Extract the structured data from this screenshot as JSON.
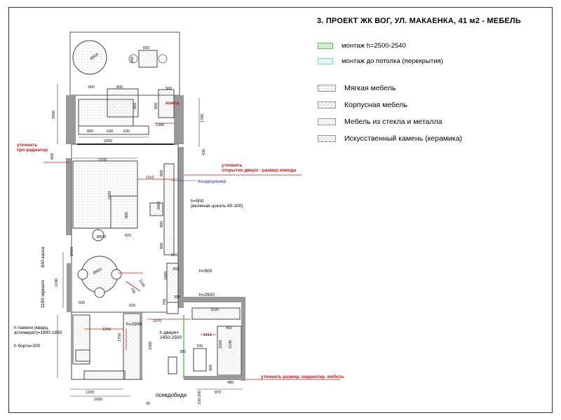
{
  "title": "3. ПРОЕКТ ЖК ВОГ, УЛ. МАКАЕНКА, 41 м2 - МЕБЕЛЬ",
  "legend": {
    "install": [
      {
        "label": "монтаж h=2500-2540",
        "color": "#5cc65c"
      },
      {
        "label": "монтаж до потолка (перекрытия)",
        "color": "#7fd9d2"
      }
    ],
    "materials": [
      {
        "label": "Мягкая мебель"
      },
      {
        "label": "Корпусная мебель"
      },
      {
        "label": "Мебель из стекла и металла"
      },
      {
        "label": "Искусственный камень (керамика)"
      }
    ]
  },
  "notes": {
    "komod": "комод",
    "radiator_1": "уточнить",
    "radiator_2": "про радиатор",
    "door_1": "уточнить",
    "door_2": "открытие двери - размер комода",
    "conditioner": "Кондиционер",
    "h500_1": "h=500",
    "h500_2": "(включая цоколь 80-100)",
    "h900": "h=900",
    "h2900a": "h=2900",
    "h2900b": "h=2900",
    "panels_1": "h панели (кварц,",
    "panels_2": "агломерат)=1800-1850",
    "bort": "h борта=200",
    "doors_h_1": "h двери=",
    "doors_h_2": "2450-2500",
    "kaska": "840 каска",
    "zerkalo": "1100 зеркало",
    "bottom_note": "уточнить размер, корректир. мебель",
    "psevdobide": "псевдобиде"
  },
  "dims": {
    "d600a": "600",
    "d600b": "600",
    "d800a": "800",
    "d800b": "800",
    "d500": "500",
    "d600c": "600",
    "d800c": "800",
    "d630": "630",
    "d2060a": "2060",
    "d2060b": "2060",
    "d1380": "1380",
    "d1780": "1780",
    "d430": "430",
    "d650": "650",
    "d2200": "2200",
    "d1110": "1110",
    "d2400": "2400",
    "d800d": "800",
    "d600d": "600",
    "d0800": "Ø800",
    "d3000": "3000",
    "d900a": "900",
    "d900b": "900",
    "d900c": "900",
    "d520": "520",
    "d350a": "350",
    "d1000": "1000",
    "d1149": "1149",
    "d760": "760",
    "d700a": "700",
    "d350b": "350",
    "d1520": "1520",
    "d620": "620",
    "d1070": "1070",
    "d1250": "1250",
    "d1750": "1750",
    "d2350": "2350",
    "d1211": "1211",
    "d450": "450",
    "d700b": "700",
    "d1550": "1550",
    "d1540": "1540",
    "d350c": "350",
    "d600e": "600",
    "d800e": "800",
    "d560": "560",
    "d1200": "1200",
    "d1650": "1650",
    "d970": "970",
    "d480": "480",
    "d150_200": "150-200",
    "d90": "90",
    "d1240": "1240",
    "d0800b": "Ø800",
    "d0600": "Ø600",
    "d0800c": "Ø800"
  }
}
